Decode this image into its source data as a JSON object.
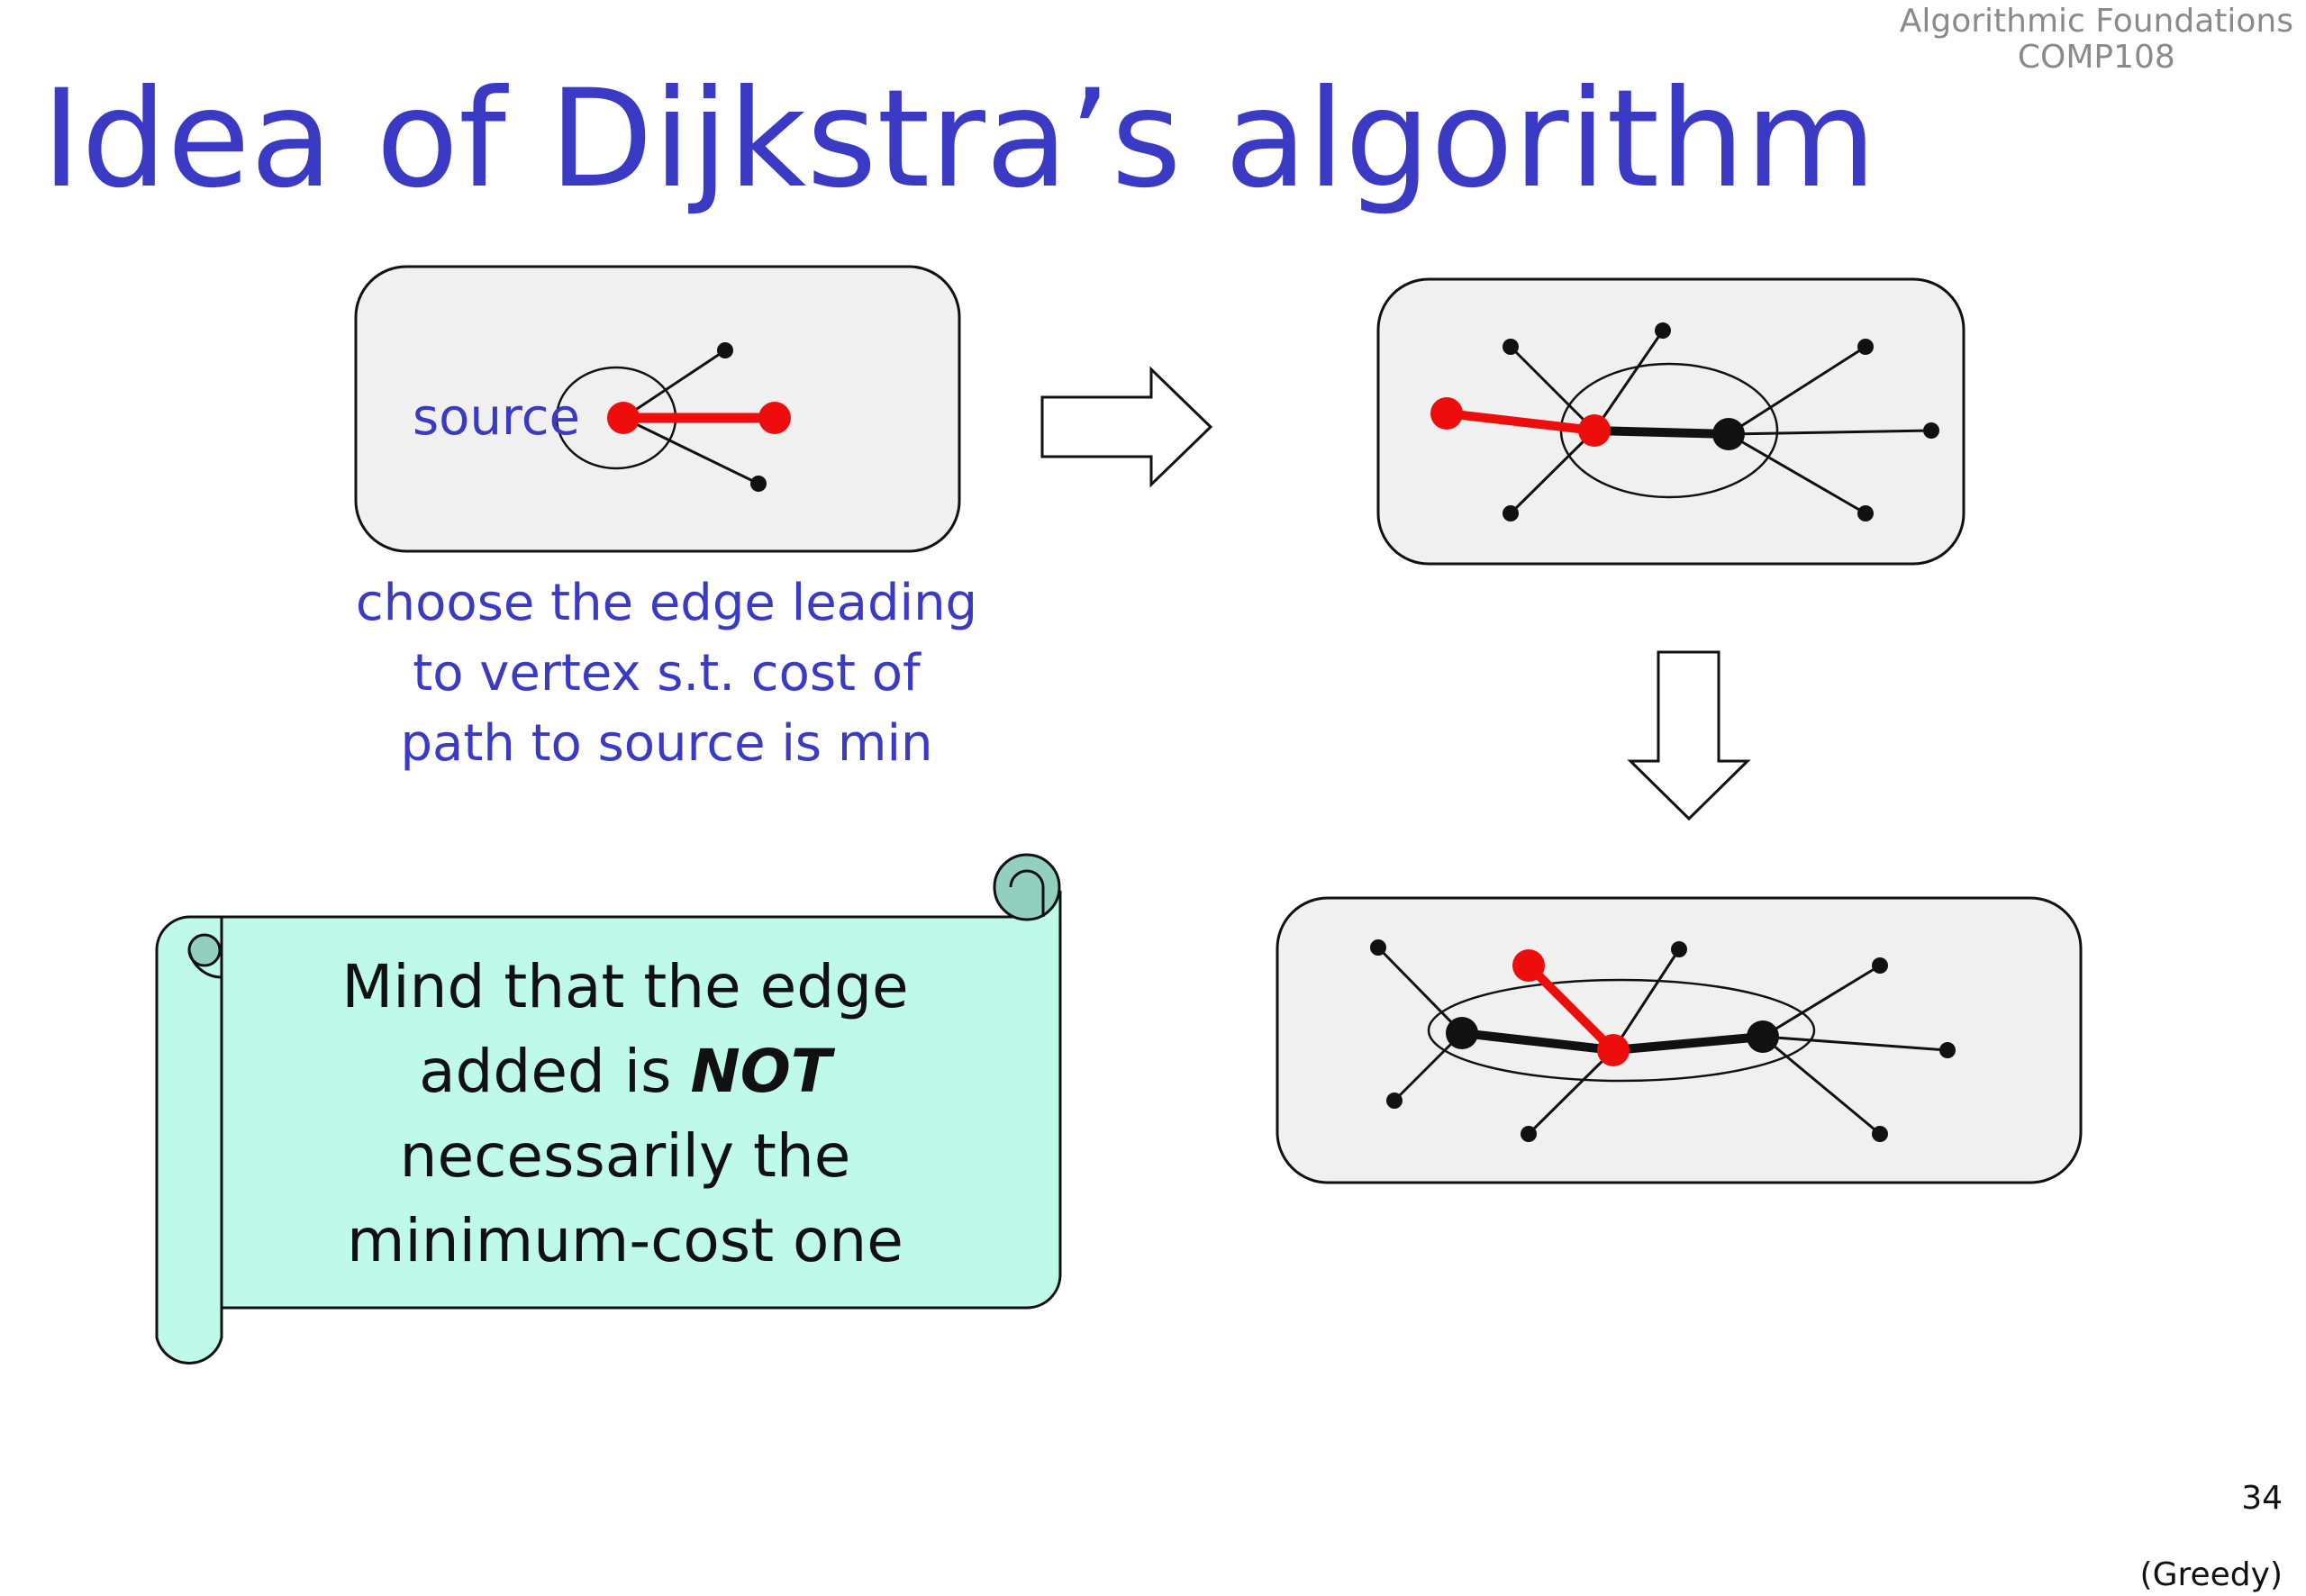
{
  "header": {
    "course_title": "Algorithmic Foundations",
    "course_code": "COMP108"
  },
  "title": "Idea of Dijkstra’s algorithm",
  "panels": {
    "first": {
      "source_label": "source"
    },
    "caption_lines": [
      "choose the edge leading",
      "to vertex s.t. cost of",
      "path to source is min"
    ]
  },
  "scroll_note": {
    "line1": "Mind that the edge",
    "line2_prefix": "added is ",
    "line2_emphasis": "NOT",
    "line3": "necessarily the",
    "line4": "minimum-cost one"
  },
  "page_number": "34",
  "footer_label": "(Greedy)",
  "colors": {
    "title_blue": "#3a3ac4",
    "highlight_red": "#ee0d0d",
    "panel_fill": "#f0f0f0",
    "scroll_fill": "#bef9ea",
    "scroll_curl": "#92cfbf"
  }
}
